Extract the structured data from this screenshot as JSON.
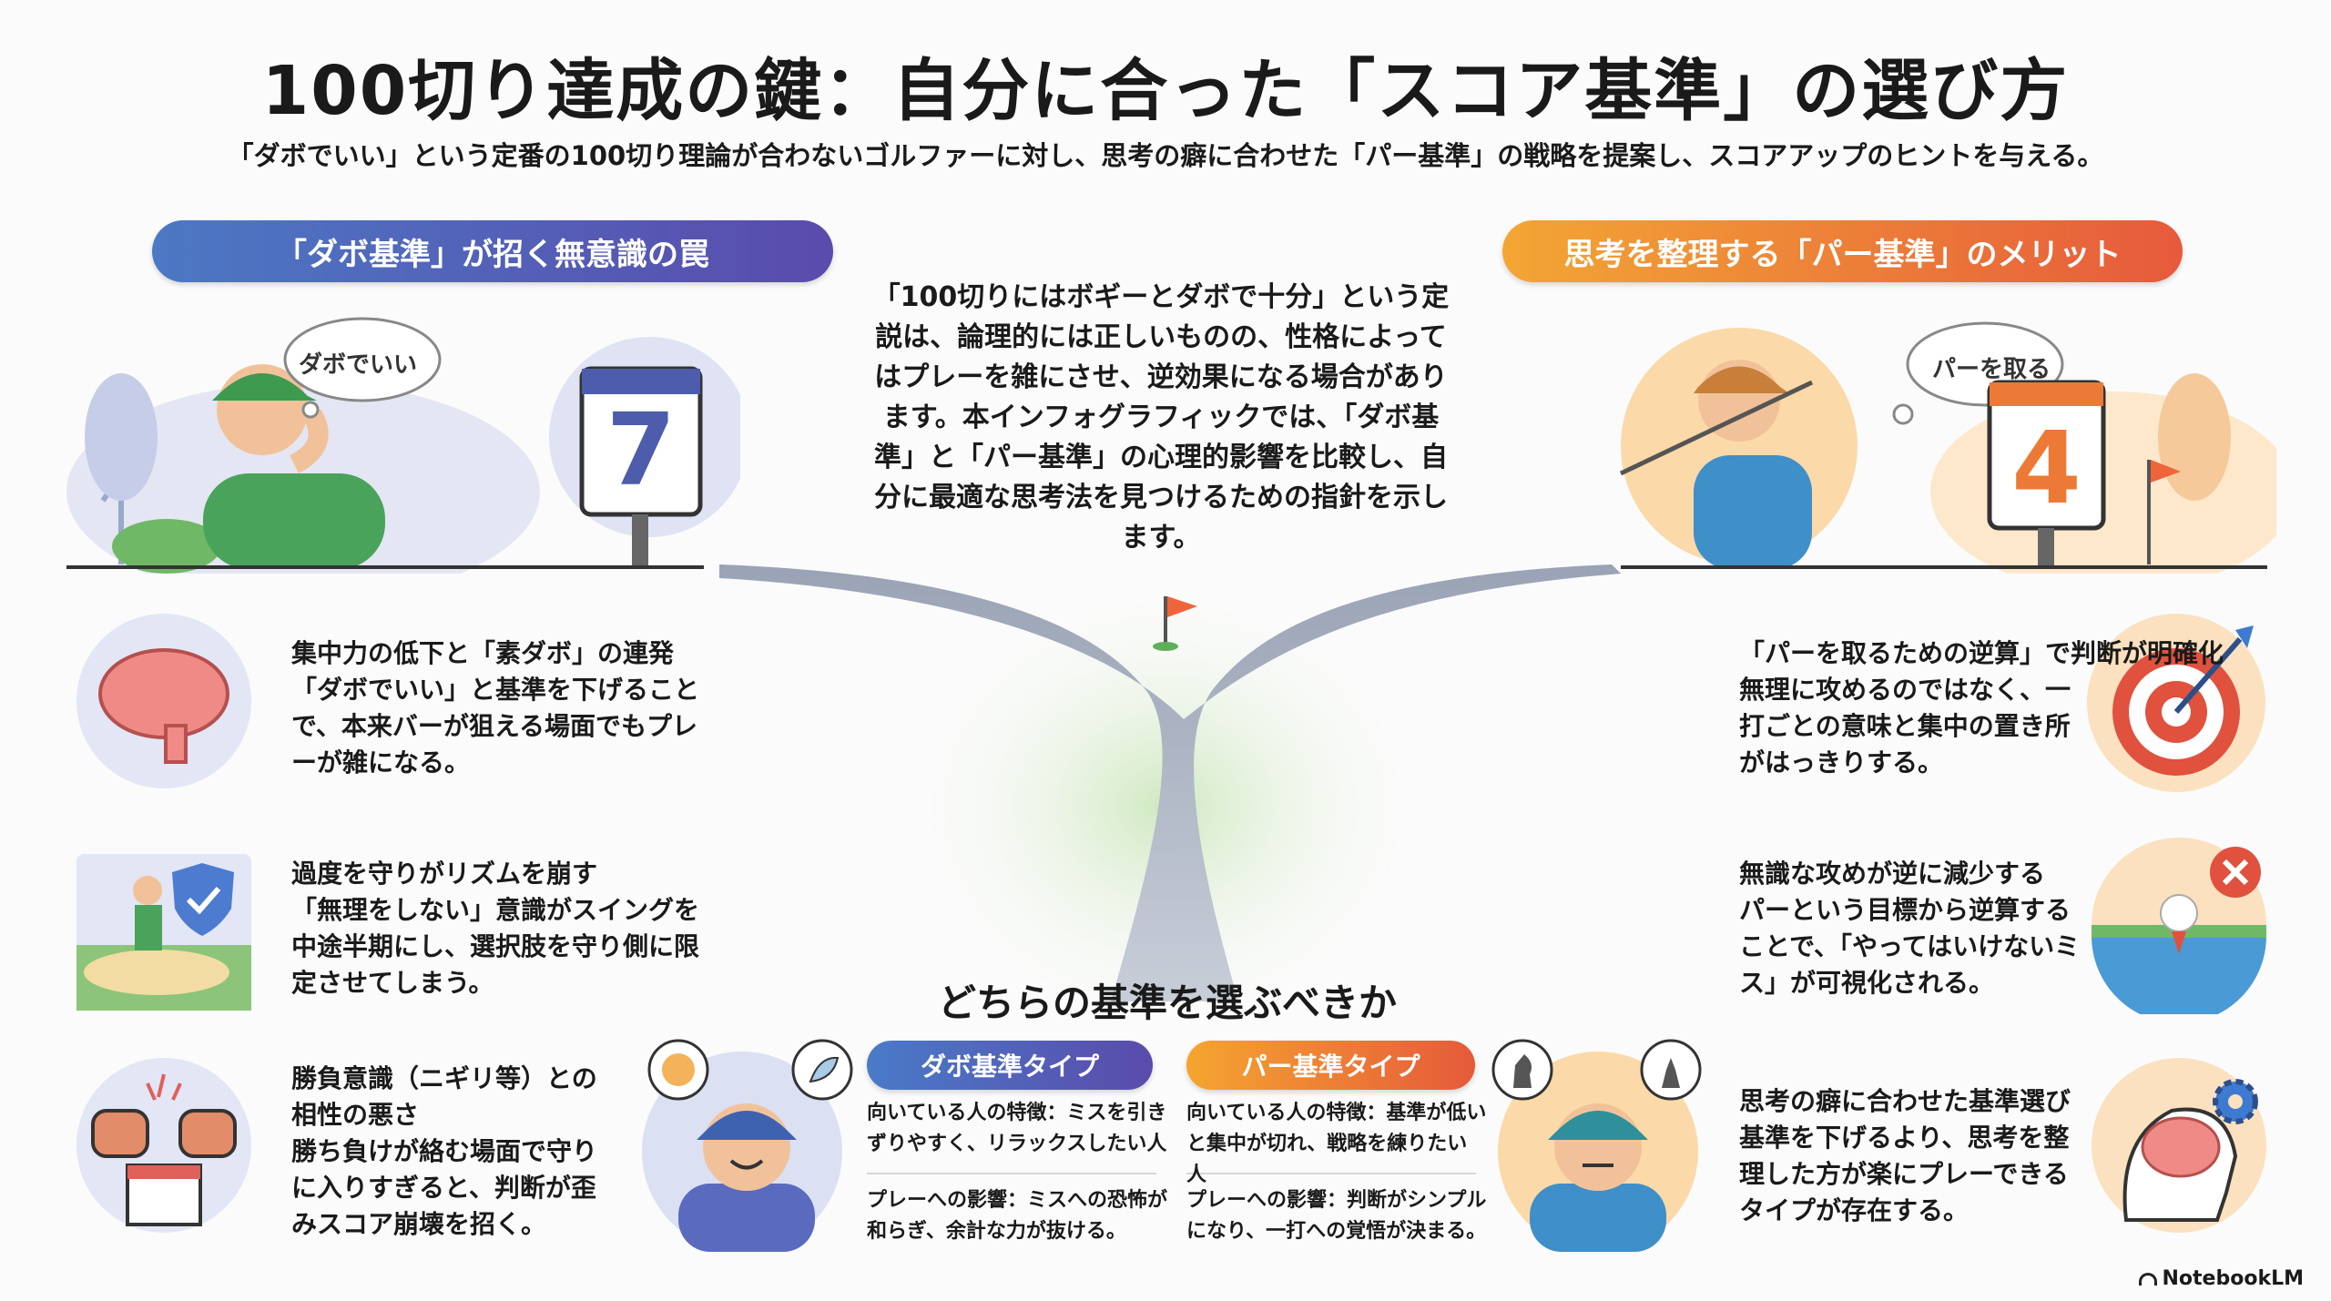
{
  "header": {
    "title": "100切り達成の鍵：自分に合った「スコア基準」の選び方",
    "subtitle": "「ダボでいい」という定番の100切り理論が合わないゴルファーに対し、思考の癖に合わせた「パー基準」の戦略を提案し、スコアアップのヒントを与える。"
  },
  "left_section": {
    "heading": "「ダボ基準」が招く無意識の罠",
    "bubble": "ダボでいい",
    "sign_number": "7",
    "items": [
      {
        "title": "集中力の低下と「素ダボ」の連発",
        "body": "「ダボでいい」と基準を下げることで、本来バーが狙える場面でもプレーが雑になる。",
        "icon": "brain-icon"
      },
      {
        "title": "過度を守りがリズムを崩す",
        "body": "「無理をしない」意識がスイングを中途半期にし、選択肢を守り側に限定させてしまう。",
        "icon": "bunker-shield-icon"
      },
      {
        "title": "勝負意識（ニギリ等）との相性の悪さ",
        "body": "勝ち負けが絡む場面で守りに入りすぎると、判断が歪みスコア崩壊を招く。",
        "icon": "fists-calendar-icon"
      }
    ]
  },
  "right_section": {
    "heading": "思考を整理する「パー基準」のメリット",
    "bubble": "パーを取る",
    "sign_number": "4",
    "items": [
      {
        "title": "「パーを取るための逆算」で判断が明確化",
        "body": "無理に攻めるのではなく、一打ごとの意味と集中の置き所がはっきりする。",
        "icon": "target-icon"
      },
      {
        "title": "無識な攻めが逆に減少する",
        "body": "パーという目標から逆算することで、「やってはいけないミス」が可視化される。",
        "icon": "water-hazard-icon"
      },
      {
        "title": "思考の癖に合わせた基準選び",
        "body": "基準を下げるより、思考を整理した方が楽にプレーできるタイプが存在する。",
        "icon": "brain-gear-icon"
      }
    ]
  },
  "intro": "「100切りにはボギーとダボで十分」という定説は、論理的には正しいものの、性格によってはプレーを雑にさせ、逆効果になる場合があります。本インフォグラフィックでは、「ダボ基準」と「パー基準」の心理的影響を比較し、自分に最適な思考法を見つけるための指針を示します。",
  "compare": {
    "heading": "どちらの基準を選ぶべきか",
    "dabo": {
      "label": "ダボ基準タイプ",
      "traits": "向いている人の特徴：ミスを引きずりやすく、リラックスしたい人",
      "effect": "プレーへの影響：ミスへの恐怖が和らぎ、余計な力が抜ける。",
      "icon": "smiley-bubble-icon"
    },
    "par": {
      "label": "パー基準タイプ",
      "traits": "向いている人の特徴：基準が低いと集中が切れ、戦略を練りたい人",
      "effect": "プレーへの影響：判断がシンプルになり、一打への覚悟が決まる。",
      "icon": "chess-bubble-icon"
    }
  },
  "brand": "NotebookLM",
  "colors": {
    "dabo_blue": "#5061b8",
    "par_orange": "#ec7a36",
    "road": "#a9b2c2",
    "green": "#5fae5a"
  }
}
